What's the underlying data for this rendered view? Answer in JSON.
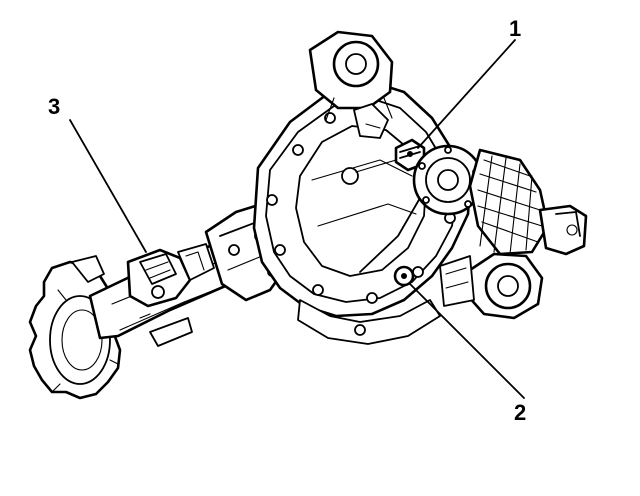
{
  "diagram": {
    "callouts": [
      {
        "id": "1",
        "label": "1",
        "target": "fill-plug"
      },
      {
        "id": "2",
        "label": "2",
        "target": "drain-plug"
      },
      {
        "id": "3",
        "label": "3",
        "target": "axle-tube-connector"
      }
    ],
    "colors": {
      "line": "#000000",
      "background": "#ffffff"
    }
  }
}
